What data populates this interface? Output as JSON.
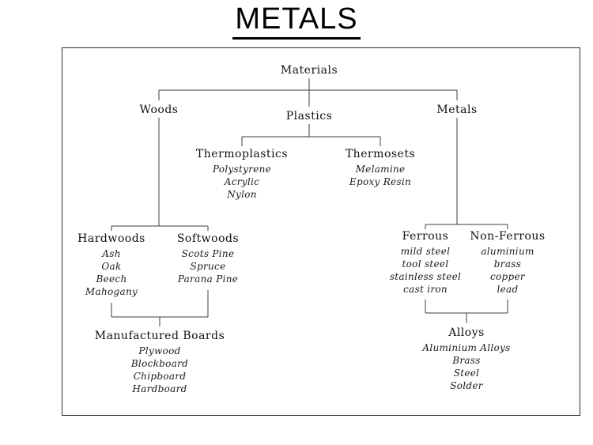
{
  "title": "METALS",
  "diagram": {
    "materials": {
      "label": "Materials",
      "children": {
        "woods": {
          "label": "Woods",
          "children": {
            "hardwoods": {
              "label": "Hardwoods",
              "items": [
                "Ash",
                "Oak",
                "Beech",
                "Mahogany"
              ]
            },
            "softwoods": {
              "label": "Softwoods",
              "items": [
                "Scots Pine",
                "Spruce",
                "Parana Pine"
              ]
            },
            "manufactured_boards": {
              "label": "Manufactured Boards",
              "items": [
                "Plywood",
                "Blockboard",
                "Chipboard",
                "Hardboard"
              ]
            }
          }
        },
        "plastics": {
          "label": "Plastics",
          "children": {
            "thermoplastics": {
              "label": "Thermoplastics",
              "items": [
                "Polystyrene",
                "Acrylic",
                "Nylon"
              ]
            },
            "thermosets": {
              "label": "Thermosets",
              "items": [
                "Melamine",
                "Epoxy Resin"
              ]
            }
          }
        },
        "metals": {
          "label": "Metals",
          "children": {
            "ferrous": {
              "label": "Ferrous",
              "items": [
                "mild steel",
                "tool steel",
                "stainless steel",
                "cast iron"
              ]
            },
            "nonferrous": {
              "label": "Non-Ferrous",
              "items": [
                "aluminium",
                "brass",
                "copper",
                "lead"
              ]
            },
            "alloys": {
              "label": "Alloys",
              "items": [
                "Aluminium Alloys",
                "Brass",
                "Steel",
                "Solder"
              ]
            }
          }
        }
      }
    }
  },
  "colors": {
    "text": "#111111",
    "line": "#3c3c3c",
    "background": "#ffffff"
  }
}
